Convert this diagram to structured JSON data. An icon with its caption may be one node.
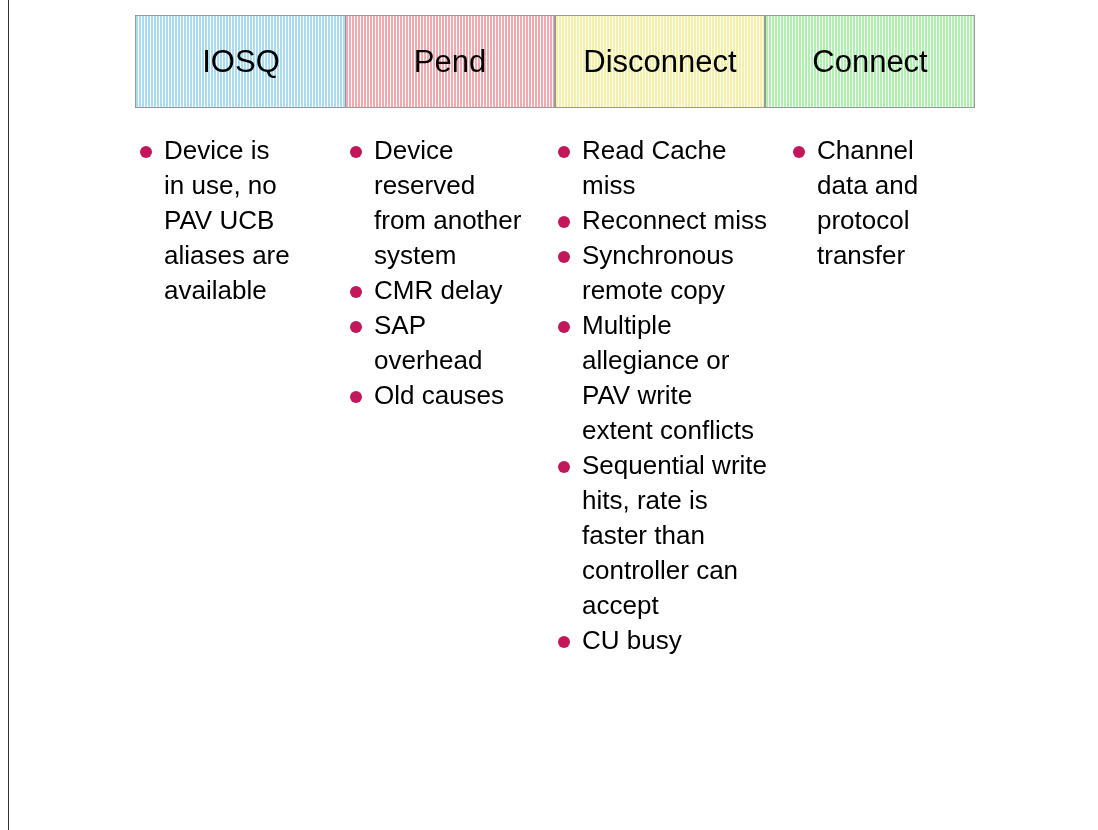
{
  "diagram": {
    "nodes": [
      {
        "text": [
          "IOSQ"
        ],
        "beside": [
          "Device is in use, no PAV UCB aliases are available"
        ]
      },
      {
        "text": [
          "Pend"
        ],
        "beside": [
          "Device reserved from another system",
          "CMR delay",
          "SAP overhead",
          "Old causes"
        ]
      },
      {
        "text": [
          "Disconnect"
        ],
        "beside": [
          "Read Cache miss",
          "Reconnect miss",
          "Synchronous remote copy",
          "Multiple allegiance or PAV write extent conflicts",
          "Sequential write hits, rate is faster than controller can accept",
          "CU busy"
        ]
      },
      {
        "text": [
          "Connect"
        ],
        "beside": [
          "Channel data and protocol transfer"
        ]
      }
    ]
  }
}
